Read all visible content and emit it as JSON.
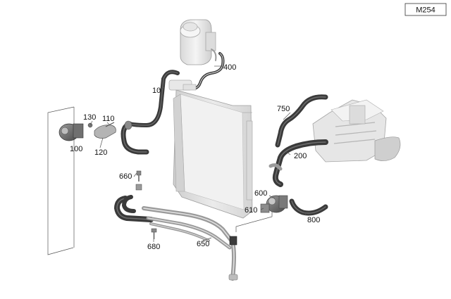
{
  "diagram": {
    "model_code": "M254",
    "parts": [
      {
        "id": "p10",
        "label": "10"
      },
      {
        "id": "p100",
        "label": "100"
      },
      {
        "id": "p110",
        "label": "110"
      },
      {
        "id": "p120",
        "label": "120"
      },
      {
        "id": "p130",
        "label": "130"
      },
      {
        "id": "p200",
        "label": "200"
      },
      {
        "id": "p400",
        "label": "400"
      },
      {
        "id": "p600",
        "label": "600"
      },
      {
        "id": "p610",
        "label": "610"
      },
      {
        "id": "p650",
        "label": "650"
      },
      {
        "id": "p660",
        "label": "660"
      },
      {
        "id": "p680",
        "label": "680"
      },
      {
        "id": "p750",
        "label": "750"
      },
      {
        "id": "p800",
        "label": "800"
      }
    ]
  }
}
